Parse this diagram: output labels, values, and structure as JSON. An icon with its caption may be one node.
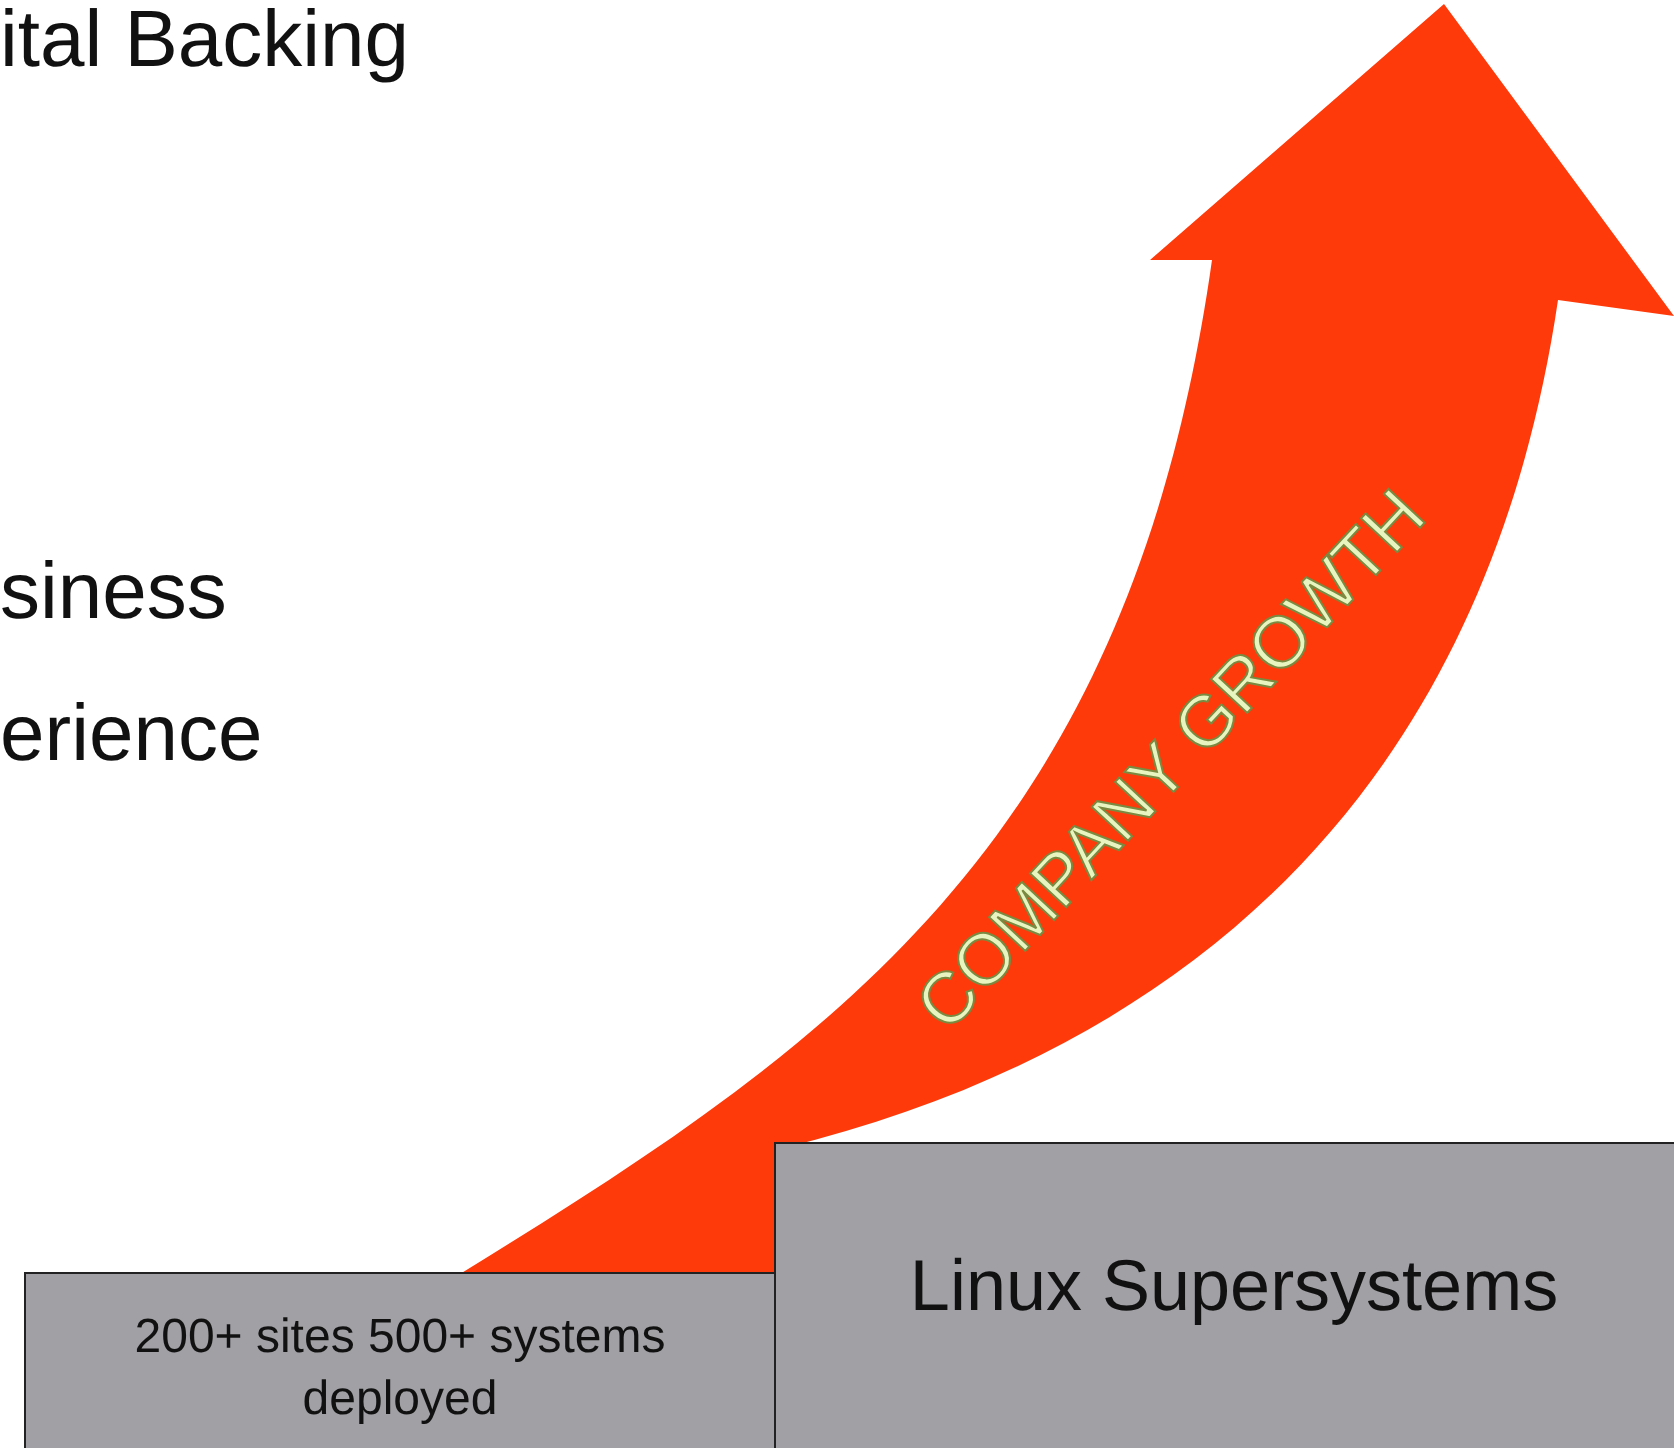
{
  "diagram": {
    "nodes": [
      {
        "text": [
          "200+ sites 500+ systems deployed"
        ]
      },
      {
        "text": [
          "Linux Supersystems"
        ]
      }
    ],
    "labels": [
      "ital Backing",
      "siness",
      "erience",
      "COMPANY GROWTH"
    ]
  }
}
